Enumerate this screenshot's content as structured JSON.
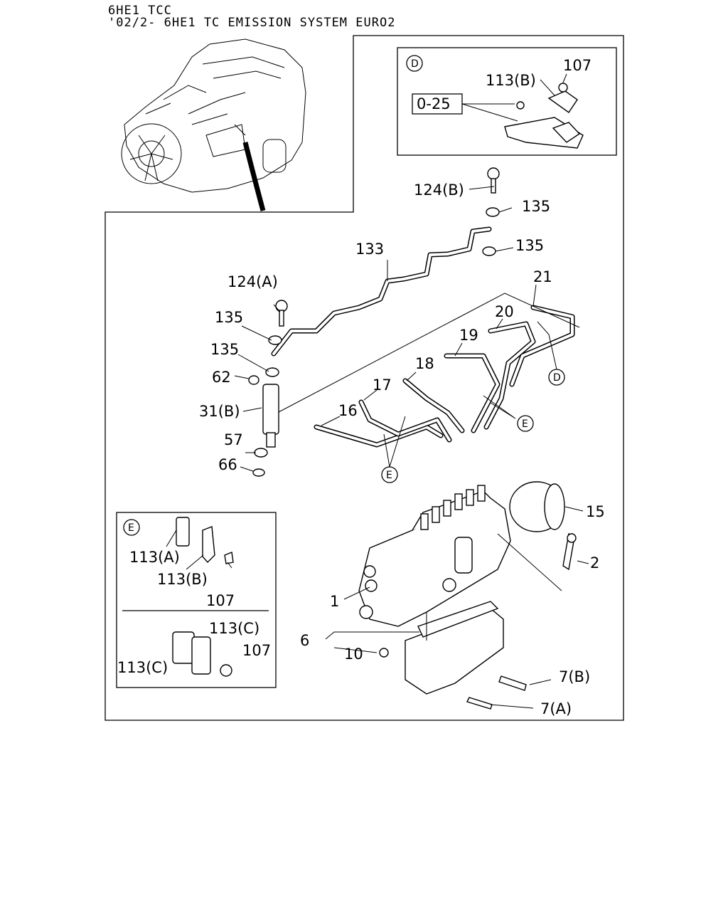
{
  "header": {
    "line1": "6HE1 TCC",
    "line2": "'02/2- 6HE1 TC EMISSION SYSTEM EURO2"
  },
  "detail_d": {
    "marker": "D",
    "labels": {
      "l113b": "113(B)",
      "l107": "107",
      "l025": "0-25"
    }
  },
  "detail_e": {
    "marker": "E",
    "labels": {
      "l113a": "113(A)",
      "l113b": "113(B)",
      "l107a": "107",
      "l113c1": "113(C)",
      "l113c2": "113(C)",
      "l107b": "107"
    }
  },
  "callouts": {
    "c124b": "124(B)",
    "c135a": "135",
    "c135b": "135",
    "c133": "133",
    "c21": "21",
    "c124a": "124(A)",
    "c135c": "135",
    "c135d": "135",
    "c20": "20",
    "c19": "19",
    "c62": "62",
    "c18": "18",
    "c17": "17",
    "c31b": "31(B)",
    "c16": "16",
    "c57": "57",
    "c66": "66",
    "c15": "15",
    "c2": "2",
    "c1": "1",
    "c6": "6",
    "c10": "10",
    "c7b": "7(B)",
    "c7a": "7(A)"
  },
  "ref_markers": {
    "d": "D",
    "e1": "E",
    "e2": "E"
  }
}
